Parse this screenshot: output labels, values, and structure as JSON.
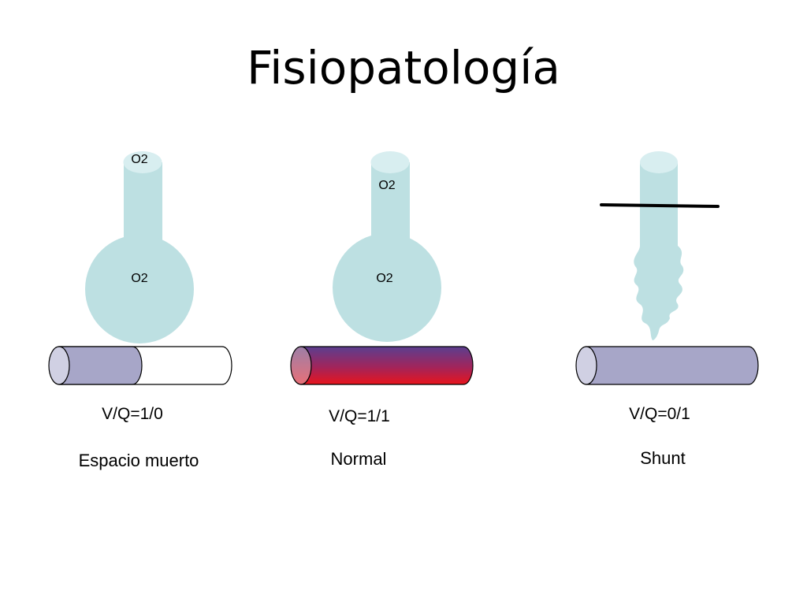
{
  "title": "Fisiopatología",
  "colors": {
    "alveolus": "#bde0e2",
    "alveolus_top": "#d8eef0",
    "vessel_deoxy": "#a7a6c8",
    "vessel_deoxy_cap": "#d0d0e3",
    "vessel_oxy": "#e8141c",
    "vessel_mixed_top": "#5b3f8f",
    "outline": "#000000"
  },
  "units": [
    {
      "name": "espacio-muerto",
      "o2_top_label": "O2",
      "o2_bulb_label": "O2",
      "vq_label": "V/Q=1/0",
      "caption": "Espacio muerto"
    },
    {
      "name": "normal",
      "o2_top_label": "O2",
      "o2_bulb_label": "O2",
      "vq_label": "V/Q=1/1",
      "caption": "Normal"
    },
    {
      "name": "shunt",
      "vq_label": "V/Q=0/1",
      "caption": "Shunt"
    }
  ]
}
